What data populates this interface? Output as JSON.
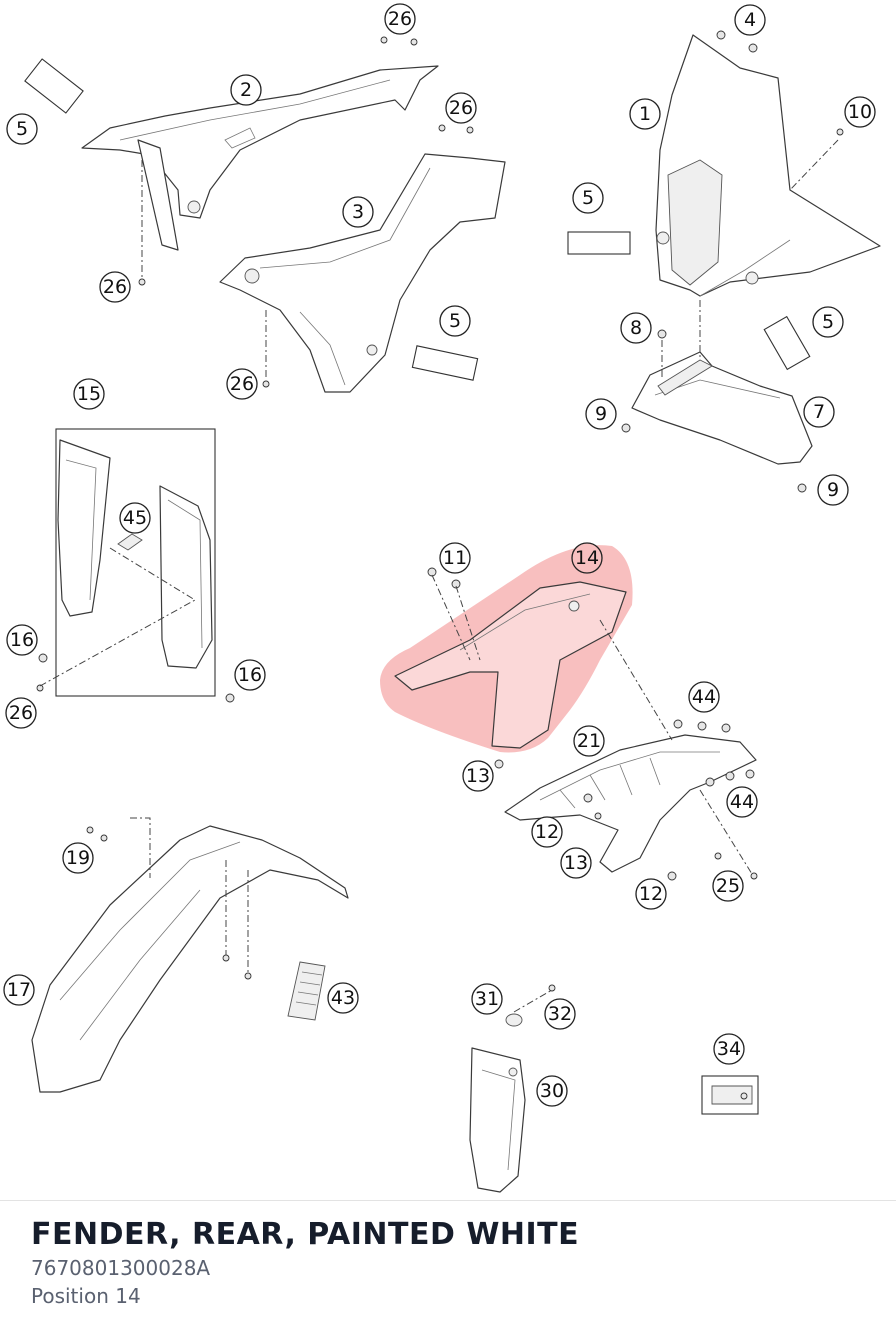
{
  "diagram": {
    "highlight_color": "#f28b8b",
    "callouts": [
      {
        "id": "c26a",
        "label": "26"
      },
      {
        "id": "c4",
        "label": "4"
      },
      {
        "id": "c2",
        "label": "2"
      },
      {
        "id": "c26b",
        "label": "26"
      },
      {
        "id": "c1",
        "label": "1"
      },
      {
        "id": "c10",
        "label": "10"
      },
      {
        "id": "c5a",
        "label": "5"
      },
      {
        "id": "c3",
        "label": "3"
      },
      {
        "id": "c5b",
        "label": "5"
      },
      {
        "id": "c26c",
        "label": "26"
      },
      {
        "id": "c5c",
        "label": "5"
      },
      {
        "id": "c8",
        "label": "8"
      },
      {
        "id": "c5d",
        "label": "5"
      },
      {
        "id": "c26d",
        "label": "26"
      },
      {
        "id": "c15",
        "label": "15"
      },
      {
        "id": "c9a",
        "label": "9"
      },
      {
        "id": "c7",
        "label": "7"
      },
      {
        "id": "c9b",
        "label": "9"
      },
      {
        "id": "c45",
        "label": "45"
      },
      {
        "id": "c11",
        "label": "11"
      },
      {
        "id": "c14",
        "label": "14"
      },
      {
        "id": "c16a",
        "label": "16"
      },
      {
        "id": "c16b",
        "label": "16"
      },
      {
        "id": "c26e",
        "label": "26"
      },
      {
        "id": "c44a",
        "label": "44"
      },
      {
        "id": "c21",
        "label": "21"
      },
      {
        "id": "c13a",
        "label": "13"
      },
      {
        "id": "c44b",
        "label": "44"
      },
      {
        "id": "c12a",
        "label": "12"
      },
      {
        "id": "c19",
        "label": "19"
      },
      {
        "id": "c13b",
        "label": "13"
      },
      {
        "id": "c12b",
        "label": "12"
      },
      {
        "id": "c25",
        "label": "25"
      },
      {
        "id": "c17",
        "label": "17"
      },
      {
        "id": "c43",
        "label": "43"
      },
      {
        "id": "c31",
        "label": "31"
      },
      {
        "id": "c32",
        "label": "32"
      },
      {
        "id": "c34",
        "label": "34"
      },
      {
        "id": "c30",
        "label": "30"
      }
    ]
  },
  "part": {
    "title": "FENDER, REAR, PAINTED WHITE",
    "number": "7670801300028A",
    "position": "Position 14"
  }
}
